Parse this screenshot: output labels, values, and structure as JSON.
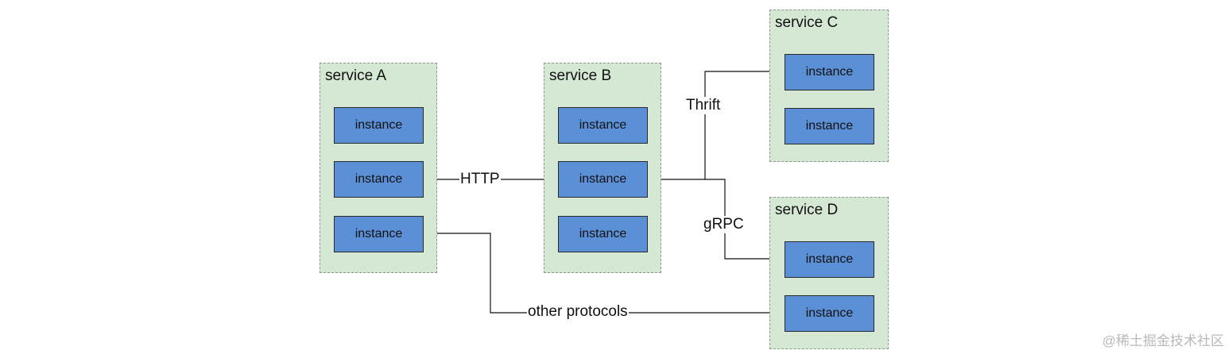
{
  "services": {
    "a": {
      "label": "service A",
      "instances": [
        "instance",
        "instance",
        "instance"
      ]
    },
    "b": {
      "label": "service B",
      "instances": [
        "instance",
        "instance",
        "instance"
      ]
    },
    "c": {
      "label": "service C",
      "instances": [
        "instance",
        "instance"
      ]
    },
    "d": {
      "label": "service D",
      "instances": [
        "instance",
        "instance"
      ]
    }
  },
  "edges": {
    "http": "HTTP",
    "thrift": "Thrift",
    "grpc": "gRPC",
    "other": "other protocols"
  },
  "colors": {
    "service_fill": "#d5e8d4",
    "instance_fill": "#5b8fd6"
  },
  "watermark": "@稀土掘金技术社区"
}
